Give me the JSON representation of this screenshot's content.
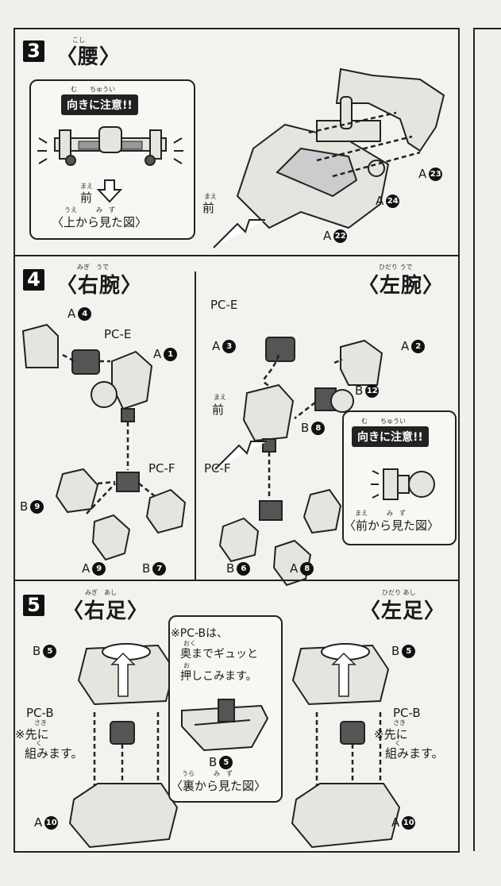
{
  "step3": {
    "number": "3",
    "title": "〈腰〉",
    "title_ruby": "こし",
    "caution_ruby": "む　　ちゅうい",
    "caution": "向きに注意!!",
    "front_ruby": "まえ",
    "front": "前",
    "view_ruby": "うえ　　　み　ず",
    "view_caption": "〈上から見た図〉",
    "parts": [
      "A",
      "A",
      "A"
    ],
    "part_nums": [
      "23",
      "24",
      "22"
    ],
    "front2_ruby": "まえ",
    "front2": "前"
  },
  "step4": {
    "number": "4",
    "right_title": "〈右腕〉",
    "right_ruby": "みぎ　うで",
    "left_title": "〈左腕〉",
    "left_ruby": "ひだり うで",
    "right_labels": {
      "a4": "A",
      "a4n": "4",
      "pce": "PC-E",
      "a1": "A",
      "a1n": "1",
      "pcf": "PC-F",
      "b9": "B",
      "b9n": "9",
      "a9": "A",
      "a9n": "9",
      "b7": "B",
      "b7n": "7"
    },
    "left_labels": {
      "pce": "PC-E",
      "a2": "A",
      "a2n": "2",
      "a3": "A",
      "a3n": "3",
      "b12": "B",
      "b12n": "12",
      "front_ruby": "まえ",
      "front": "前",
      "b8": "B",
      "b8n": "8",
      "pcf": "PC-F",
      "b6": "B",
      "b6n": "6",
      "a8": "A",
      "a8n": "8"
    },
    "caution_ruby": "む　　ちゅうい",
    "caution": "向きに注意!!",
    "view_ruby": "まえ　　　み　ず",
    "view_caption": "〈前から見た図〉"
  },
  "step5": {
    "number": "5",
    "right_title": "〈右足〉",
    "right_ruby": "みぎ　あし",
    "left_title": "〈左足〉",
    "left_ruby": "ひだり あし",
    "b5": "B",
    "b5n": "5",
    "pcb": "PC-B",
    "pre_note_ruby": "さき",
    "pre_note_1": "※先に",
    "pre_note_2": "組みます。",
    "pre_note_2_ruby": "く",
    "center_note_1": "※PC-Bは、",
    "center_note_2_ruby": "おく",
    "center_note_2": "奥までギュッと",
    "center_note_3_ruby": "お",
    "center_note_3": "押しこみます。",
    "view_ruby": "うら　　　み　ず",
    "view_caption": "〈裏から見た図〉",
    "a10": "A",
    "a10n": "10"
  }
}
